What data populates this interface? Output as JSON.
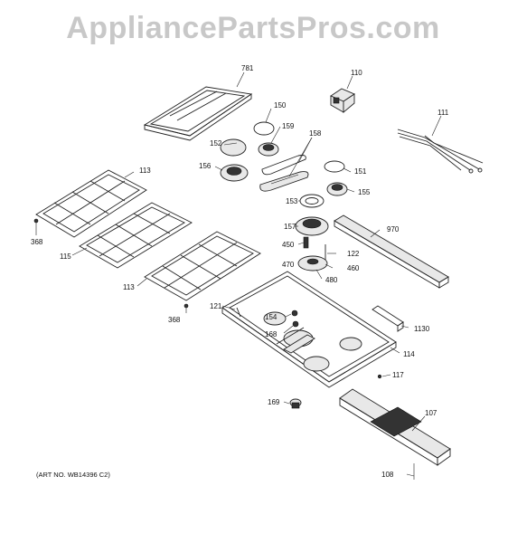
{
  "watermark": "AppliancePartsPros.com",
  "art_number": "(ART NO. WB14396 C2)",
  "callouts": {
    "p781": "781",
    "p110": "110",
    "p111": "111",
    "p150": "150",
    "p159": "159",
    "p158": "158",
    "p152": "152",
    "p156": "156",
    "p151": "151",
    "p155": "155",
    "p153": "153",
    "p113a": "113",
    "p368a": "368",
    "p115": "115",
    "p113b": "113",
    "p157": "157",
    "p970": "970",
    "p450": "450",
    "p122": "122",
    "p470": "470",
    "p460": "460",
    "p480": "480",
    "p368b": "368",
    "p121": "121",
    "p154": "154",
    "p1130": "1130",
    "p168": "168",
    "p114": "114",
    "p117": "117",
    "p169": "169",
    "p107": "107",
    "p108": "108"
  }
}
